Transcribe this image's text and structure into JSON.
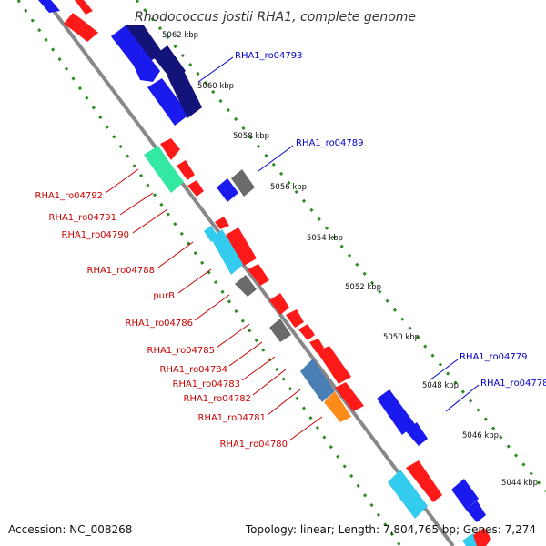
{
  "genome": {
    "title": "Rhodococcus jostii RHA1, complete genome",
    "accession_text": "Accession: NC_008268",
    "summary_text": "Topology: linear; Length: 7,804,765 bp; Genes: 7,274"
  },
  "kbp_ticks": [
    "5062 kbp",
    "5060 kbp",
    "5058 kbp",
    "5056 kbp",
    "5054 kbp",
    "5052 kbp",
    "5050 kbp",
    "5048 kbp",
    "5046 kbp",
    "5044 kbp"
  ],
  "gene_labels": [
    {
      "text": "RHA1_ro04793",
      "color": "#0000cc"
    },
    {
      "text": "RHA1_ro04789",
      "color": "#0000cc"
    },
    {
      "text": "RHA1_ro04779",
      "color": "#0000cc"
    },
    {
      "text": "RHA1_ro04778",
      "color": "#0000cc"
    },
    {
      "text": "RHA1_ro04792",
      "color": "#cc0000"
    },
    {
      "text": "RHA1_ro04791",
      "color": "#cc0000"
    },
    {
      "text": "RHA1_ro04790",
      "color": "#cc0000"
    },
    {
      "text": "RHA1_ro04788",
      "color": "#cc0000"
    },
    {
      "text": "purB",
      "color": "#cc0000"
    },
    {
      "text": "RHA1_ro04786",
      "color": "#cc0000"
    },
    {
      "text": "RHA1_ro04785",
      "color": "#cc0000"
    },
    {
      "text": "RHA1_ro04784",
      "color": "#cc0000"
    },
    {
      "text": "RHA1_ro04783",
      "color": "#cc0000"
    },
    {
      "text": "RHA1_ro04782",
      "color": "#cc0000"
    },
    {
      "text": "RHA1_ro04781",
      "color": "#cc0000"
    },
    {
      "text": "RHA1_ro04780",
      "color": "#cc0000"
    }
  ],
  "colors": {
    "backbone": "#888888",
    "ruler_dots": "#2e8b22",
    "forward_gene": "#ff1a1a",
    "reverse_gene": "#1a1aee",
    "dark_reverse_gene": "#13137a",
    "cyan_gene": "#33ccee",
    "green_gene": "#33e8a0",
    "gray_gene": "#6a6a6a",
    "steel_gene": "#4a7fb5",
    "orange_gene": "#ff8c1a"
  }
}
